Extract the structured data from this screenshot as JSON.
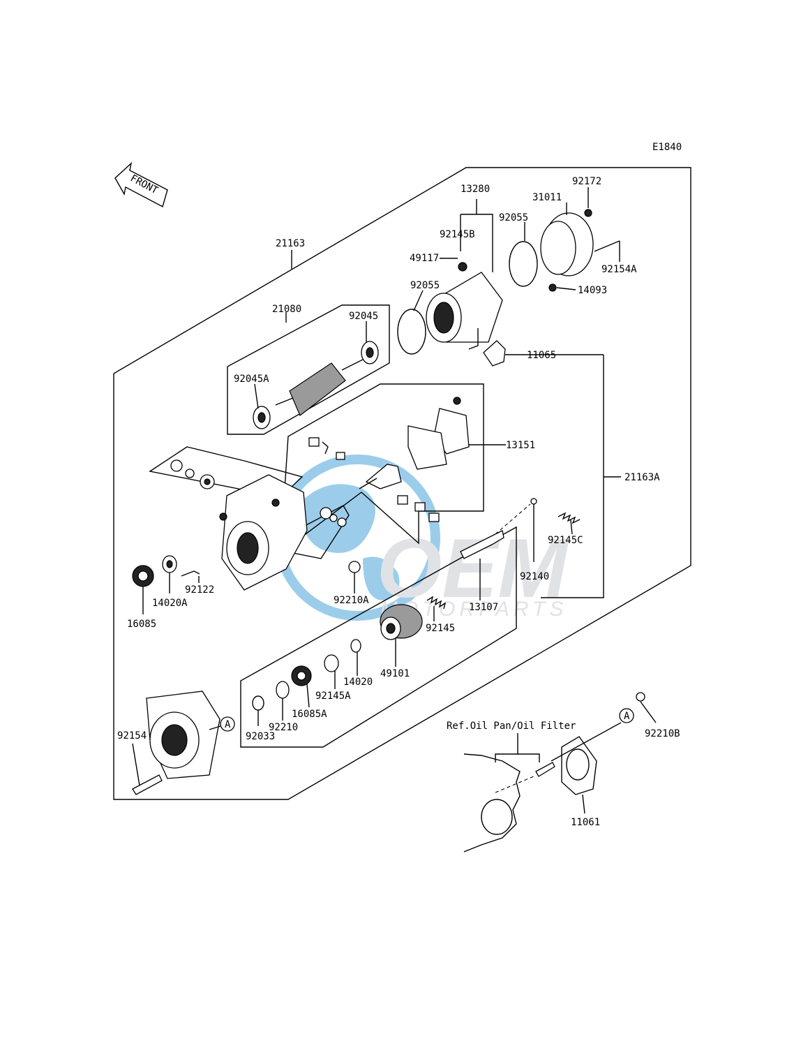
{
  "diagram_code": "E1840",
  "front_label": "FRONT",
  "reference_note": "Ref.Oil Pan/Oil Filter",
  "callout_marker": "A",
  "watermark": {
    "brand": "OEM",
    "sub": "MOTORPARTS",
    "colors": {
      "globe": "#4aa6dc",
      "text": "#c9ccd3"
    }
  },
  "parts": {
    "p21163": "21163",
    "p21163A": "21163A",
    "p21080": "21080",
    "p92045": "92045",
    "p92045A": "92045A",
    "p13280": "13280",
    "p92145B": "92145B",
    "p49117": "49117",
    "p92055_a": "92055",
    "p92055_b": "92055",
    "p31011": "31011",
    "p92172": "92172",
    "p92154A": "92154A",
    "p14093": "14093",
    "p11065": "11065",
    "p13151": "13151",
    "p92145C": "92145C",
    "p92140": "92140",
    "p13107": "13107",
    "p92145": "92145",
    "p49101": "49101",
    "p14020": "14020",
    "p92145A": "92145A",
    "p16085A": "16085A",
    "p92210": "92210",
    "p92033": "92033",
    "p92210A": "92210A",
    "p92122": "92122",
    "p14020A": "14020A",
    "p16085": "16085",
    "p92154": "92154",
    "p92210B": "92210B",
    "p11061": "11061"
  }
}
